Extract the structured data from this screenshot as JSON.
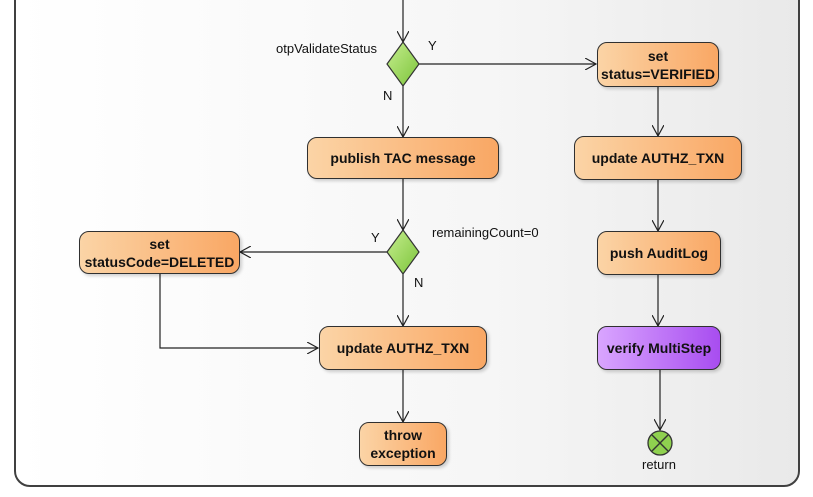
{
  "nodes": {
    "set_status_verified": {
      "line1": "set",
      "line2": "status=VERIFIED"
    },
    "publish_tac": {
      "label": "publish TAC message"
    },
    "update_authz_right": {
      "label": "update AUTHZ_TXN"
    },
    "set_statuscode_deleted": {
      "line1": "set",
      "line2": "statusCode=DELETED"
    },
    "push_auditlog": {
      "label": "push AuditLog"
    },
    "update_authz_left": {
      "label": "update AUTHZ_TXN"
    },
    "verify_multistep": {
      "label": "verify MultiStep"
    },
    "throw_exception": {
      "line1": "throw",
      "line2": "exception"
    }
  },
  "decisions": {
    "otp_validate": {
      "label": "otpValidateStatus",
      "yes": "Y",
      "no": "N"
    },
    "remaining_count": {
      "label": "remainingCount=0",
      "yes": "Y",
      "no": "N"
    }
  },
  "final_node": {
    "label": "return"
  },
  "colors": {
    "action": "#f9a764",
    "highlight": "#a84df0",
    "decision": "#8fd14f",
    "final": "#8fd14f"
  }
}
